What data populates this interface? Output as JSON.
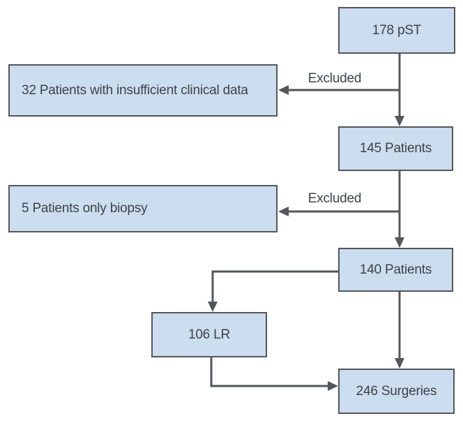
{
  "theme": {
    "background": "#ffffff",
    "box_fill": "#ccddf0",
    "box_border": "#53565a",
    "line_color": "#53565a",
    "text_color": "#3f4245"
  },
  "diagram": {
    "type": "flowchart",
    "nodes": [
      {
        "id": "pst-178",
        "label": "178 pST"
      },
      {
        "id": "excluded-insufficient-data",
        "label": "32 Patients with insufficient clinical data"
      },
      {
        "id": "patients-145",
        "label": "145 Patients"
      },
      {
        "id": "excluded-only-biopsy",
        "label": "5 Patients only biopsy"
      },
      {
        "id": "patients-140",
        "label": "140 Patients"
      },
      {
        "id": "lr-106",
        "label": "106 LR"
      },
      {
        "id": "surgeries-246",
        "label": "246 Surgeries"
      }
    ],
    "edge_labels": [
      {
        "id": "excluded-label-1",
        "text": "Excluded"
      },
      {
        "id": "excluded-label-2",
        "text": "Excluded"
      }
    ]
  }
}
